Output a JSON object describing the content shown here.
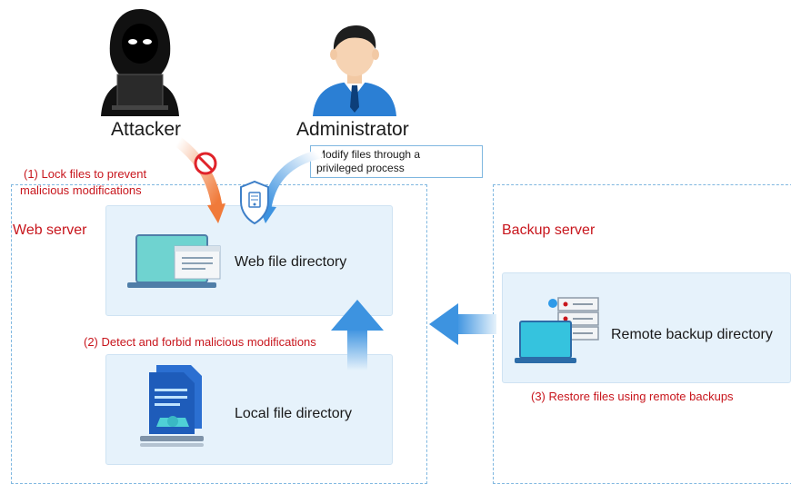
{
  "actors": {
    "attacker": "Attacker",
    "administrator": "Administrator"
  },
  "callout": {
    "admin_note_line1": "Modify files through a",
    "admin_note_line2": "privileged process"
  },
  "steps": {
    "lock_line1": "(1) Lock files to prevent",
    "lock_line2": "malicious modifications",
    "detect": "(2) Detect and forbid malicious modifications",
    "restore": "(3) Restore files using remote backups"
  },
  "web_server": {
    "title": "Web server",
    "web_dir": "Web file directory",
    "local_dir": "Local file directory"
  },
  "backup_server": {
    "title": "Backup server",
    "remote_dir": "Remote backup directory"
  },
  "icons": [
    "attacker-icon",
    "administrator-icon",
    "no-entry-icon",
    "shield-icon",
    "laptop-icon",
    "document-icon",
    "server-icon"
  ],
  "colors": {
    "accent_red": "#c8161d",
    "dash_blue": "#7fb7e0",
    "panel_bg": "#e6f2fb",
    "arrow_blue": "#3d93e0"
  }
}
